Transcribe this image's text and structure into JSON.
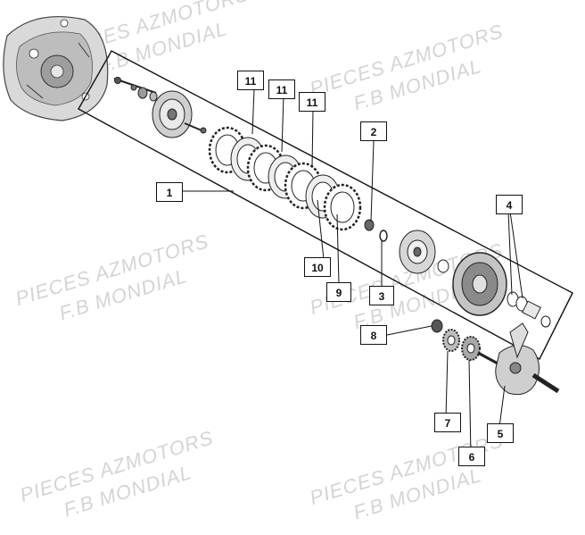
{
  "watermarks": [
    {
      "line1": "PIECES AZMOTORS",
      "line2": "F.B MONDIAL"
    },
    {
      "line1": "PIECES AZMOTORS",
      "line2": "F.B MONDIAL"
    },
    {
      "line1": "PIECES AZMOTORS",
      "line2": "F.B MONDIAL"
    },
    {
      "line1": "PIECES AZMOTORS",
      "line2": "F.B MONDIAL"
    },
    {
      "line1": "PIECES AZMOTORS",
      "line2": "F.B MONDIAL"
    },
    {
      "line1": "PIECES AZMOTORS",
      "line2": "F.B MONDIAL"
    }
  ],
  "callouts": {
    "c1": "1",
    "c2": "2",
    "c3": "3",
    "c4": "4",
    "c5": "5",
    "c6": "6",
    "c7": "7",
    "c8": "8",
    "c9": "9",
    "c10": "10",
    "c11a": "11",
    "c11b": "11",
    "c11c": "11"
  },
  "colors": {
    "line": "#111111",
    "watermark": "#d4d4d4",
    "part_fill": "#e6e6e6",
    "part_dark": "#555555"
  }
}
